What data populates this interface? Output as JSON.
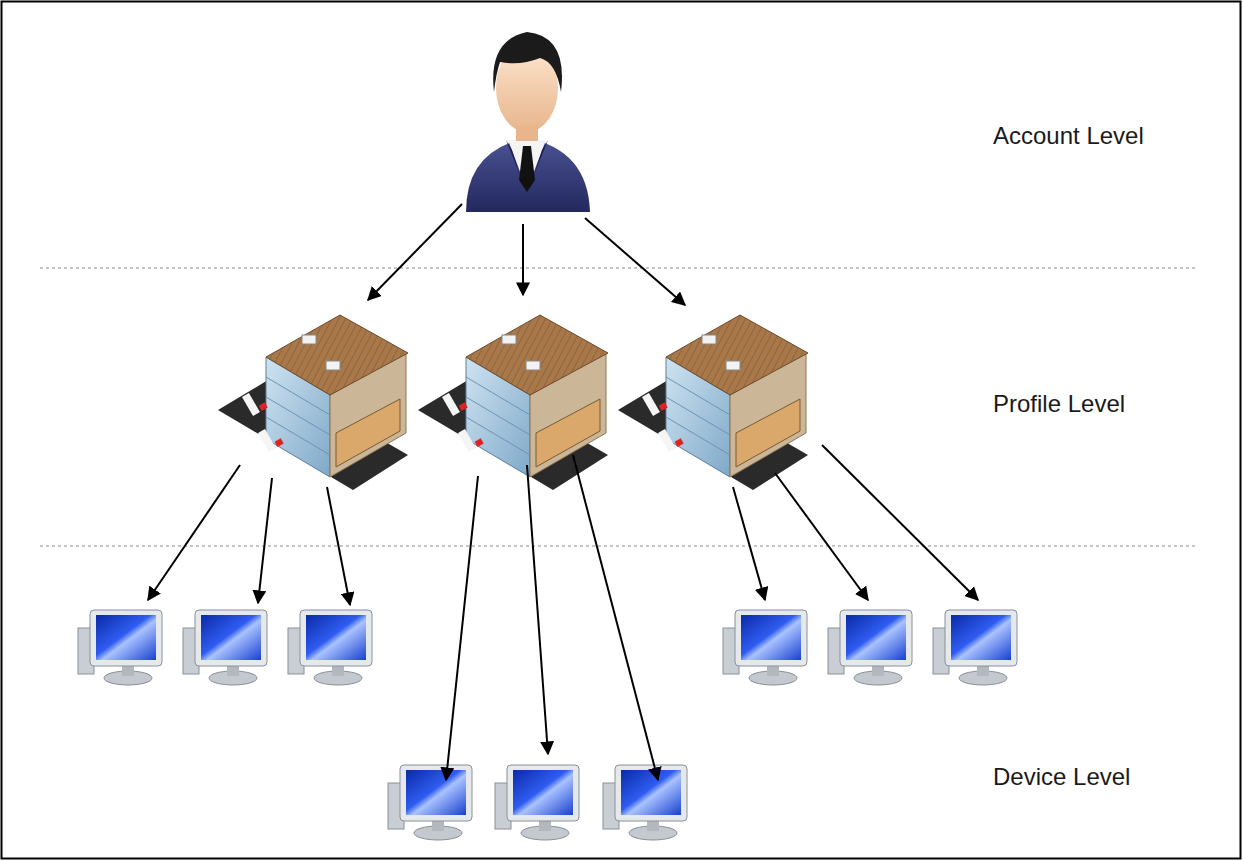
{
  "diagram": {
    "labels": [
      "Account Level",
      "Profile Level",
      "Device Level"
    ]
  }
}
